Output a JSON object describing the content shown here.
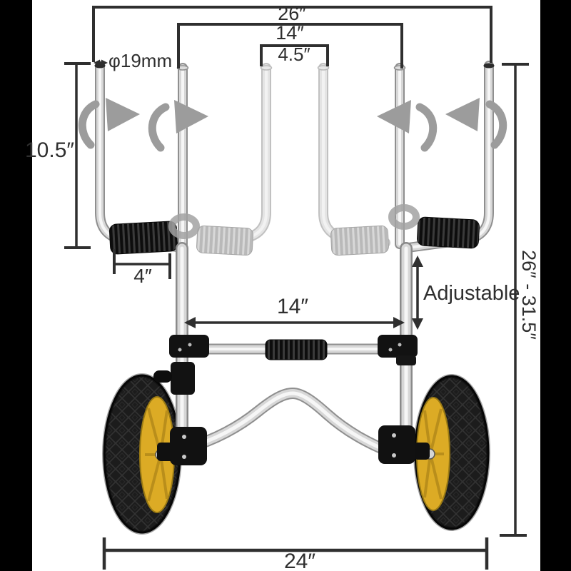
{
  "diagram": {
    "annotations": {
      "overall_arm_width": "26″",
      "inner_arm_width": "14″",
      "folded_arm_gap": "4.5″",
      "tube_diameter": "φ19mm",
      "upright_arm_height": "10.5″",
      "foam_pad_length": "4″",
      "crossbar_width": "14″",
      "height_adjust_label": "Adjustable",
      "overall_height_range": "26″ - 31.5″",
      "wheel_track_width": "24″"
    },
    "colors": {
      "background": "#ffffff",
      "side_bars": "#000000",
      "dimension_lines": "#2f2f2f",
      "tube_silver": "#d9d9d9",
      "foam_black": "#141414",
      "ghost_gray": "#c6c6c6",
      "rotation_arrow": "#9c9c9c",
      "tire": "#1b1b1b",
      "hub_yellow": "#dcab25"
    }
  }
}
